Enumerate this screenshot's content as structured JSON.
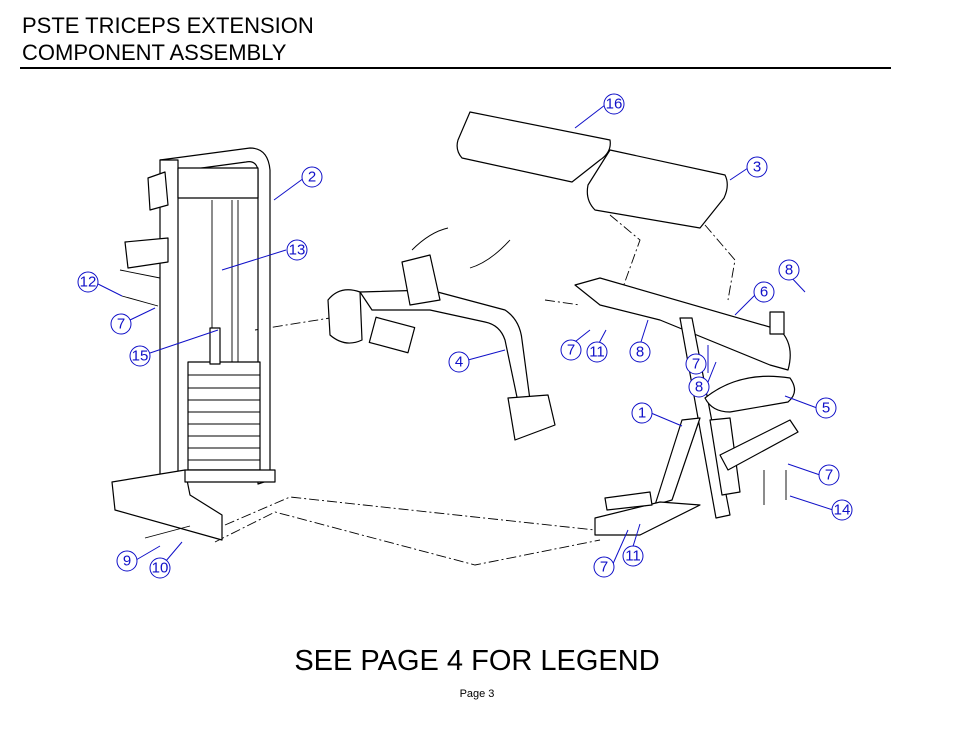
{
  "header": {
    "line1": "PSTE TRICEPS EXTENSION",
    "line2": "COMPONENT ASSEMBLY"
  },
  "footer": {
    "legend_note": "SEE PAGE 4 FOR LEGEND",
    "page": "Page 3"
  },
  "callouts": [
    {
      "id": "c16",
      "label": "16"
    },
    {
      "id": "c3",
      "label": "3"
    },
    {
      "id": "c2",
      "label": "2"
    },
    {
      "id": "c13",
      "label": "13"
    },
    {
      "id": "c12",
      "label": "12"
    },
    {
      "id": "c7a",
      "label": "7"
    },
    {
      "id": "c15",
      "label": "15"
    },
    {
      "id": "c4",
      "label": "4"
    },
    {
      "id": "c7b",
      "label": "7"
    },
    {
      "id": "c11a",
      "label": "11"
    },
    {
      "id": "c8a",
      "label": "8"
    },
    {
      "id": "c8b",
      "label": "8"
    },
    {
      "id": "c6",
      "label": "6"
    },
    {
      "id": "c7c",
      "label": "7"
    },
    {
      "id": "c8c",
      "label": "8"
    },
    {
      "id": "c5",
      "label": "5"
    },
    {
      "id": "c1",
      "label": "1"
    },
    {
      "id": "c7d",
      "label": "7"
    },
    {
      "id": "c14",
      "label": "14"
    },
    {
      "id": "c9",
      "label": "9"
    },
    {
      "id": "c10",
      "label": "10"
    },
    {
      "id": "c7e",
      "label": "7"
    },
    {
      "id": "c11b",
      "label": "11"
    }
  ],
  "colors": {
    "callout": "#1010c8",
    "line": "#000000"
  }
}
